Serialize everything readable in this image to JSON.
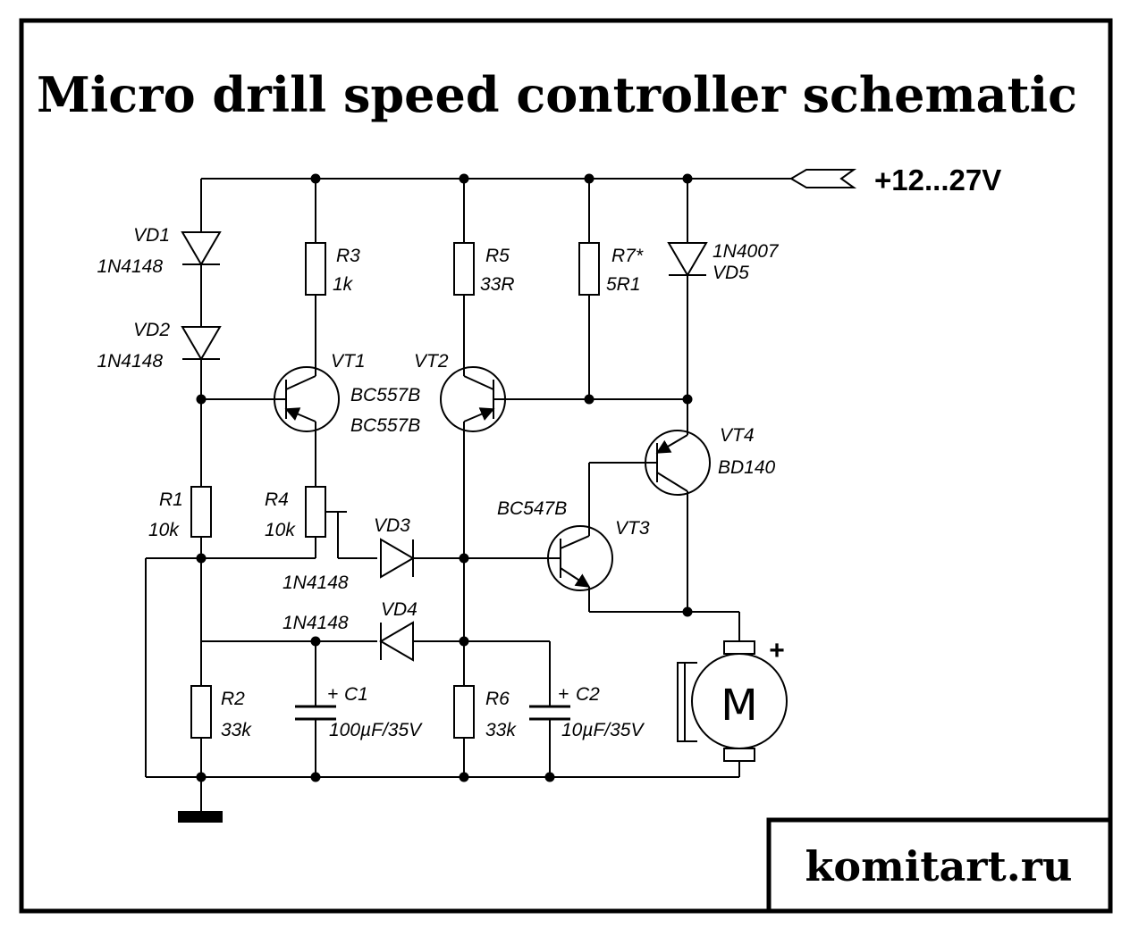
{
  "title": "Micro drill speed controller schematic",
  "supply_label": "+12...27V",
  "website": "komitart.ru",
  "motor_symbol": "M",
  "motor_polarity": "+",
  "components": {
    "VD1": {
      "ref": "VD1",
      "value": "1N4148"
    },
    "VD2": {
      "ref": "VD2",
      "value": "1N4148"
    },
    "VD3": {
      "ref": "VD3",
      "value": "1N4148"
    },
    "VD4": {
      "ref": "VD4",
      "value": "1N4148"
    },
    "VD5": {
      "ref": "VD5",
      "value": "1N4007"
    },
    "R1": {
      "ref": "R1",
      "value": "10k"
    },
    "R2": {
      "ref": "R2",
      "value": "33k"
    },
    "R3": {
      "ref": "R3",
      "value": "1k"
    },
    "R4": {
      "ref": "R4",
      "value": "10k"
    },
    "R5": {
      "ref": "R5",
      "value": "33R"
    },
    "R6": {
      "ref": "R6",
      "value": "33k"
    },
    "R7": {
      "ref": "R7*",
      "value": "5R1"
    },
    "C1": {
      "ref": "C1",
      "value": "100µF/35V",
      "polarity": "+"
    },
    "C2": {
      "ref": "C2",
      "value": "10µF/35V",
      "polarity": "+"
    },
    "VT1": {
      "ref": "VT1",
      "value": "BC557B"
    },
    "VT2": {
      "ref": "VT2",
      "value": "BC557B"
    },
    "VT3": {
      "ref": "VT3",
      "value": "BC547B"
    },
    "VT4": {
      "ref": "VT4",
      "value": "BD140"
    }
  }
}
